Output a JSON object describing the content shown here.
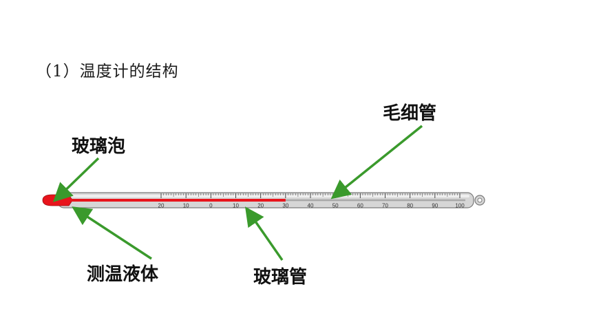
{
  "heading": "（1）温度计的结构",
  "labels": {
    "bulb": "玻璃泡",
    "capillary": "毛细管",
    "liquid": "测温液体",
    "tube": "玻璃管"
  },
  "scale": {
    "tick_labels": [
      "20",
      "10",
      "0",
      "10",
      "20",
      "30",
      "40",
      "50",
      "60",
      "70",
      "80",
      "90",
      "100"
    ],
    "min": -20,
    "max": 100,
    "reading": 30
  },
  "colors": {
    "liquid": "#e8141c",
    "arrow": "#3a9a2c",
    "tube": "#d4d4d4",
    "tube_border": "#7a7a7a"
  }
}
